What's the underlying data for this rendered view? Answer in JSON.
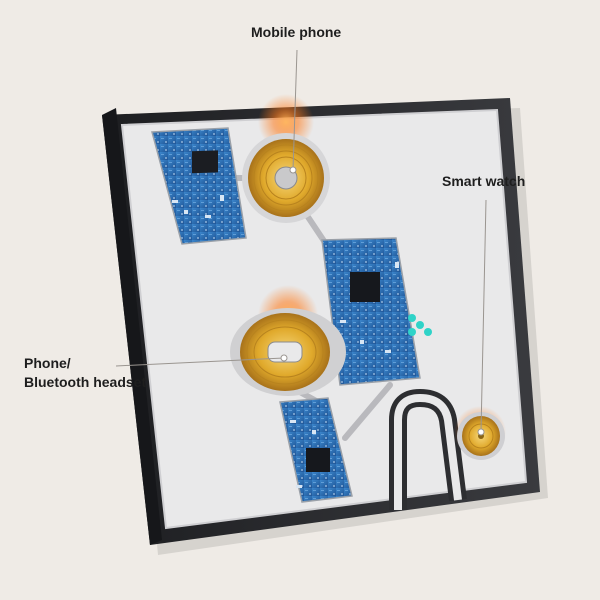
{
  "labels": {
    "mobile_phone": "Mobile phone",
    "smart_watch": "Smart watch",
    "phone_bluetooth_line1": "Phone/",
    "phone_bluetooth_line2": "Bluetooth headset"
  },
  "colors": {
    "background": "#efebe6",
    "frame": "#2d2e31",
    "panel": "#e9e9ea",
    "pcb": "#2f6fb3",
    "coil": "#d9a62a",
    "glow": "#ff8a2a",
    "label_text": "#1e1e1e"
  },
  "icons": {
    "coil": "copper-coil",
    "chip": "ic-chip",
    "stand": "phone-stand-slot"
  }
}
